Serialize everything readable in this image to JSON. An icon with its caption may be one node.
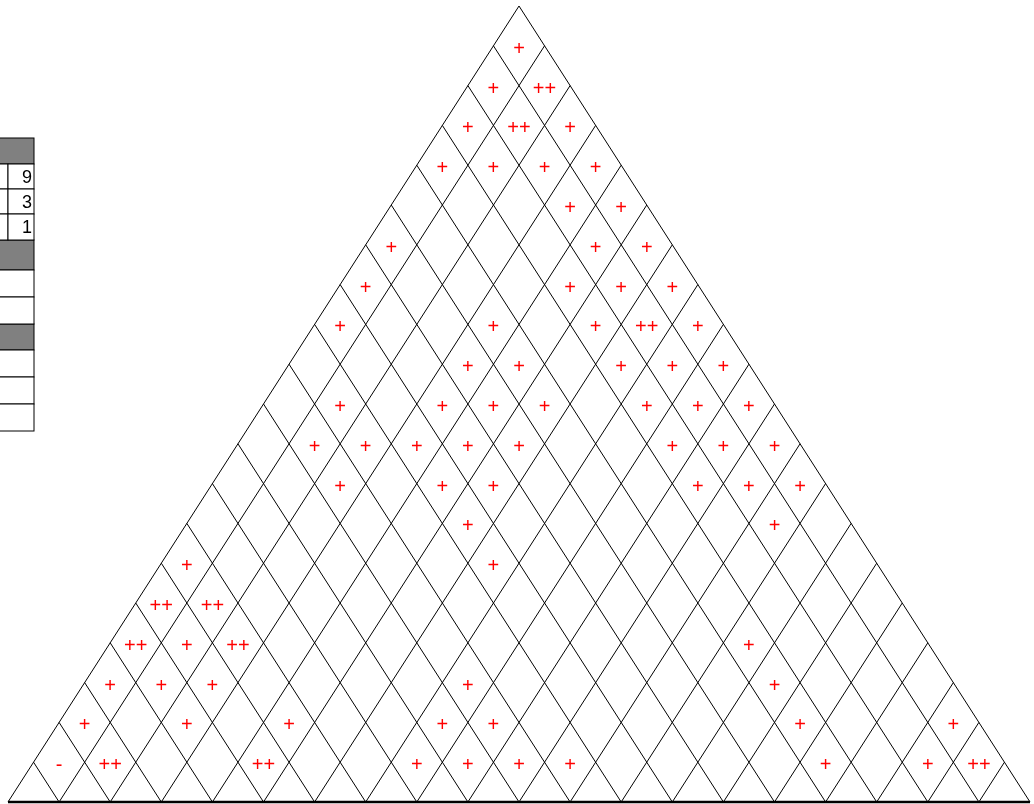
{
  "diagram": {
    "labels": [
      "9",
      "3",
      "1",
      "+",
      "+",
      "++",
      "+",
      "++",
      "+",
      "+",
      "+",
      "+",
      "+",
      "+",
      "+",
      "+",
      "+",
      "+",
      "+",
      "+",
      "+",
      "+",
      "+",
      "+",
      "+",
      "++",
      "+",
      "+",
      "+",
      "+",
      "+",
      "+",
      "+",
      "+",
      "+",
      "+",
      "+",
      "+",
      "+",
      "+",
      "+",
      "+",
      "+",
      "+",
      "+",
      "+",
      "+",
      "+",
      "+",
      "+",
      "+",
      "+",
      "+",
      "+",
      "+",
      "+",
      "+",
      "++",
      "++",
      "++",
      "+",
      "++",
      "+",
      "+",
      "+",
      "+",
      "+",
      "+",
      "+",
      "+",
      "+",
      "+",
      "+",
      "+",
      "+",
      "-",
      "++",
      "++",
      "+",
      "+",
      "+",
      "+",
      "+",
      "+",
      "++"
    ]
  }
}
